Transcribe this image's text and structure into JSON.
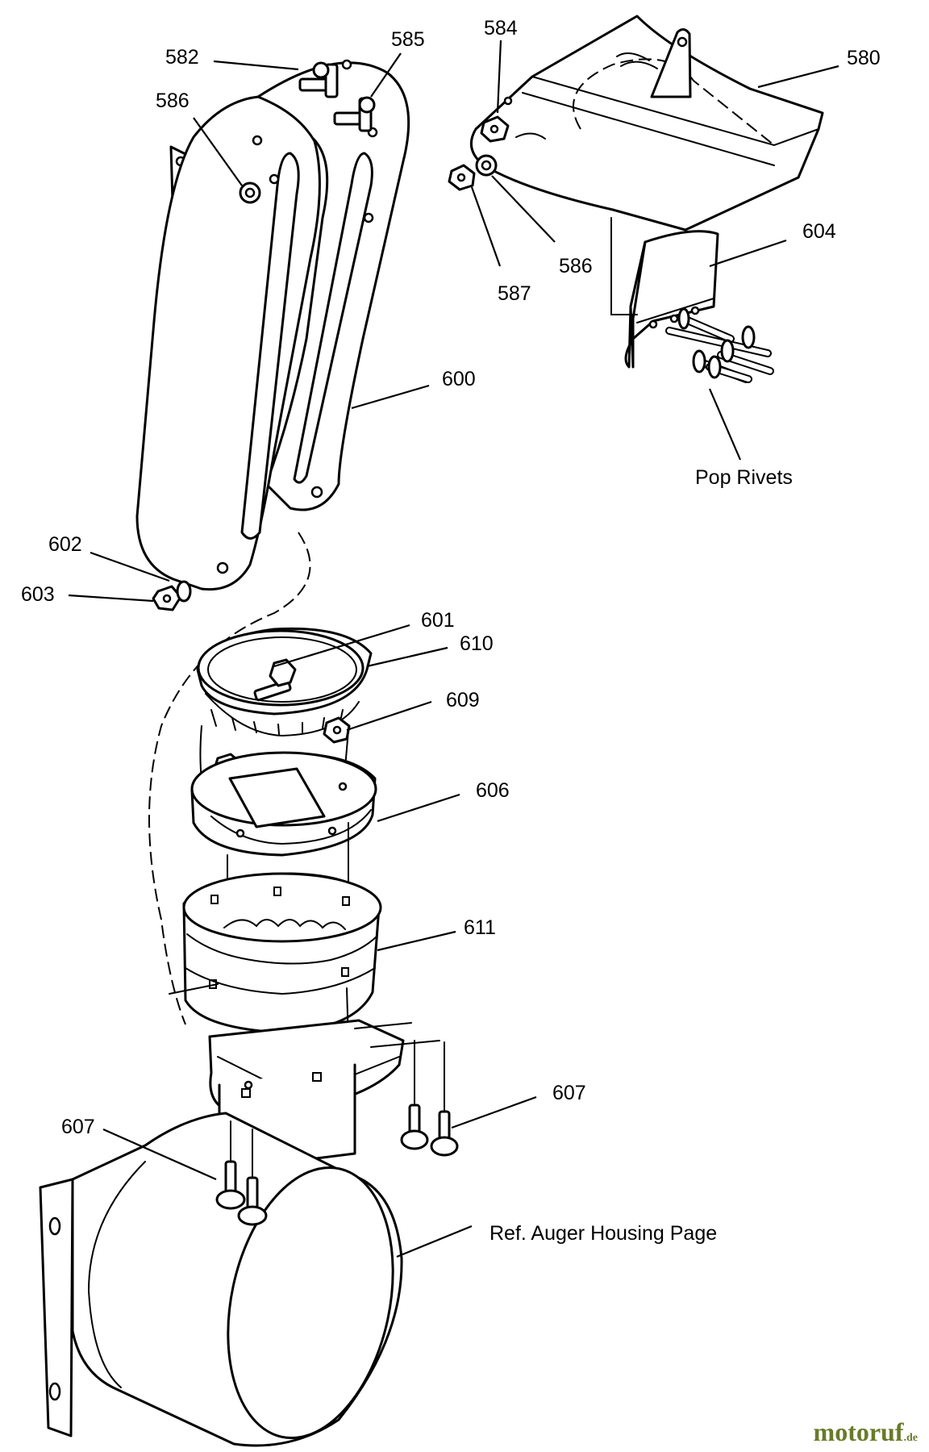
{
  "labels": {
    "p582": "582",
    "p586a": "586",
    "p585": "585",
    "p584": "584",
    "p580": "580",
    "p586b": "586",
    "p587": "587",
    "p604": "604",
    "p600": "600",
    "pop_rivets": "Pop Rivets",
    "p602": "602",
    "p603": "603",
    "p601": "601",
    "p610": "610",
    "p609": "609",
    "p606": "606",
    "p611": "611",
    "p607a": "607",
    "p607b": "607",
    "ref_auger": "Ref. Auger Housing Page"
  },
  "watermark": {
    "brand": "motoruf",
    "tld": ".de"
  }
}
